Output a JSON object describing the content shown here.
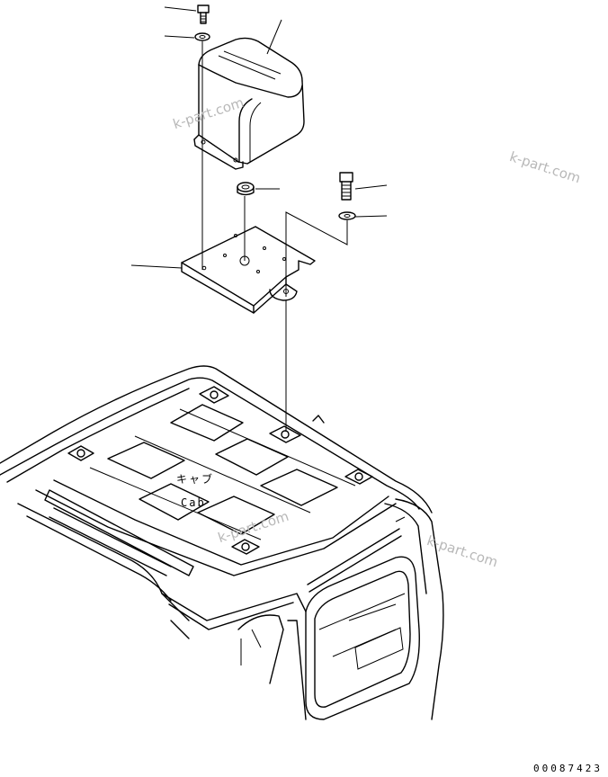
{
  "labels": {
    "cab_jp": "キャブ",
    "cab_en": "Cab"
  },
  "watermarks": [
    "k-part.com",
    "k-part.com",
    "k-part.com",
    "k-part.com"
  ],
  "drawing_code": "00087423"
}
